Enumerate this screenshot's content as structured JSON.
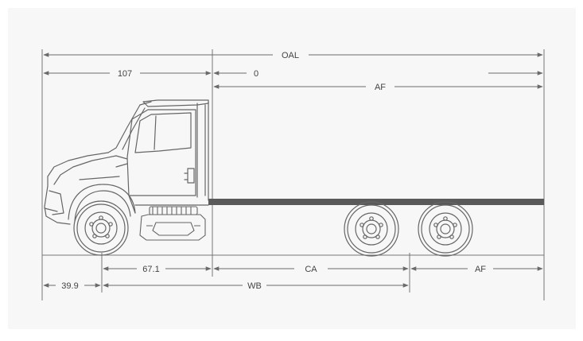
{
  "diagram": {
    "title": "",
    "dimensions": {
      "oal": "OAL",
      "bumper_to_cab": "107",
      "cab_zero": "0",
      "af_top": "AF",
      "front_axle_offset": "67.1",
      "ca": "CA",
      "af_bottom": "AF",
      "front_overhang": "39.9",
      "wb": "WB"
    },
    "colors": {
      "background_panel": "#f7f7f7",
      "line": "#6b6b6b",
      "frame_rail": "#5a5a5a",
      "text": "#444444"
    }
  }
}
